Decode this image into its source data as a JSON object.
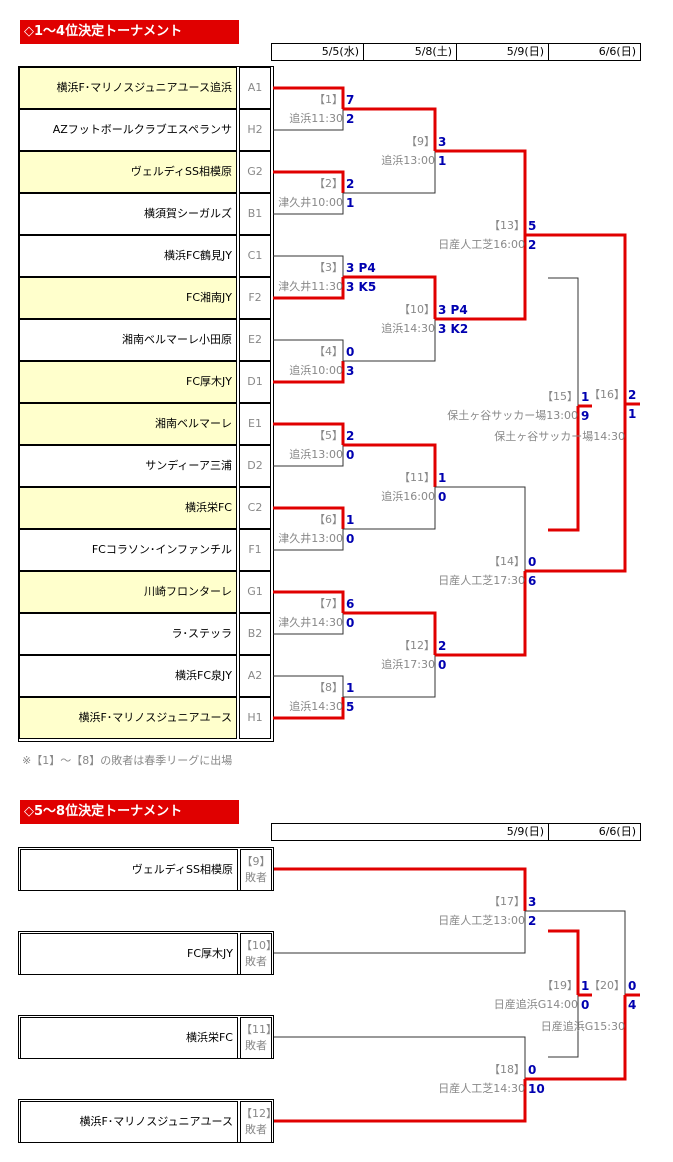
{
  "sections": [
    {
      "title": "◇1～4位決定トーナメント",
      "dates": [
        "5/5(水)",
        "5/8(土)",
        "5/9(日)",
        "6/6(日)"
      ],
      "teams": [
        {
          "name": "横浜F･マリノスジュニアユース追浜",
          "seed": "A1",
          "highlight": true
        },
        {
          "name": "AZフットボールクラブエスペランサ",
          "seed": "H2",
          "highlight": false
        },
        {
          "name": "ヴェルディSS相模原",
          "seed": "G2",
          "highlight": true
        },
        {
          "name": "横須賀シーガルズ",
          "seed": "B1",
          "highlight": false
        },
        {
          "name": "横浜FC鶴見JY",
          "seed": "C1",
          "highlight": false
        },
        {
          "name": "FC湘南JY",
          "seed": "F2",
          "highlight": true
        },
        {
          "name": "湘南ベルマーレ小田原",
          "seed": "E2",
          "highlight": false
        },
        {
          "name": "FC厚木JY",
          "seed": "D1",
          "highlight": true
        },
        {
          "name": "湘南ベルマーレ",
          "seed": "E1",
          "highlight": true
        },
        {
          "name": "サンディーア三浦",
          "seed": "D2",
          "highlight": false
        },
        {
          "name": "横浜栄FC",
          "seed": "C2",
          "highlight": true
        },
        {
          "name": "FCコラソン･インファンチル",
          "seed": "F1",
          "highlight": false
        },
        {
          "name": "川崎フロンターレ",
          "seed": "G1",
          "highlight": true
        },
        {
          "name": "ラ･ステッラ",
          "seed": "B2",
          "highlight": false
        },
        {
          "name": "横浜FC泉JY",
          "seed": "A2",
          "highlight": false
        },
        {
          "name": "横浜F･マリノスジュニアユース",
          "seed": "H1",
          "highlight": true
        }
      ],
      "matches": [
        {
          "no": "【1】",
          "venue": "追浜11:30",
          "top": "7",
          "bottom": "2"
        },
        {
          "no": "【2】",
          "venue": "津久井10:00",
          "top": "2",
          "bottom": "1"
        },
        {
          "no": "【3】",
          "venue": "津久井11:30",
          "top": "3 P4",
          "bottom": "3 K5"
        },
        {
          "no": "【4】",
          "venue": "追浜10:00",
          "top": "0",
          "bottom": "3"
        },
        {
          "no": "【5】",
          "venue": "追浜13:00",
          "top": "2",
          "bottom": "0"
        },
        {
          "no": "【6】",
          "venue": "津久井13:00",
          "top": "1",
          "bottom": "0"
        },
        {
          "no": "【7】",
          "venue": "津久井14:30",
          "top": "6",
          "bottom": "0"
        },
        {
          "no": "【8】",
          "venue": "追浜14:30",
          "top": "1",
          "bottom": "5"
        },
        {
          "no": "【9】",
          "venue": "追浜13:00",
          "top": "3",
          "bottom": "1"
        },
        {
          "no": "【10】",
          "venue": "追浜14:30",
          "top": "3 P4",
          "bottom": "3 K2"
        },
        {
          "no": "【11】",
          "venue": "追浜16:00",
          "top": "1",
          "bottom": "0"
        },
        {
          "no": "【12】",
          "venue": "追浜17:30",
          "top": "2",
          "bottom": "0"
        },
        {
          "no": "【13】",
          "venue": "日産人工芝16:00",
          "top": "5",
          "bottom": "2"
        },
        {
          "no": "【14】",
          "venue": "日産人工芝17:30",
          "top": "0",
          "bottom": "6"
        },
        {
          "no": "【15】",
          "venue": "保土ヶ谷サッカー場13:00",
          "top": "1",
          "bottom": "9"
        },
        {
          "no": "【16】",
          "venue": "保土ヶ谷サッカー場14:30",
          "top": "2",
          "bottom": "1"
        }
      ],
      "note": "※【1】～【8】の敗者は春季リーグに出場"
    },
    {
      "title": "◇5～8位決定トーナメント",
      "dates": [
        "5/9(日)",
        "6/6(日)"
      ],
      "teams": [
        {
          "name": "ヴェルディSS相模原",
          "seed": "【9】敗者"
        },
        {
          "name": "FC厚木JY",
          "seed": "【10】敗者"
        },
        {
          "name": "横浜栄FC",
          "seed": "【11】敗者"
        },
        {
          "name": "横浜F･マリノスジュニアユース",
          "seed": "【12】敗者"
        }
      ],
      "matches": [
        {
          "no": "【17】",
          "venue": "日産人工芝13:00",
          "top": "3",
          "bottom": "2"
        },
        {
          "no": "【18】",
          "venue": "日産人工芝14:30",
          "top": "0",
          "bottom": "10"
        },
        {
          "no": "【19】",
          "venue": "日産追浜G14:00",
          "top": "1",
          "bottom": "0"
        },
        {
          "no": "【20】",
          "venue": "日産追浜G15:30",
          "top": "0",
          "bottom": "4"
        }
      ]
    }
  ],
  "colors": {
    "title_bg": "#e00000",
    "winner_line": "#e00000",
    "loser_line": "#000000",
    "score": "#0000b0",
    "label": "#888888",
    "highlight": "#ffffcc"
  }
}
